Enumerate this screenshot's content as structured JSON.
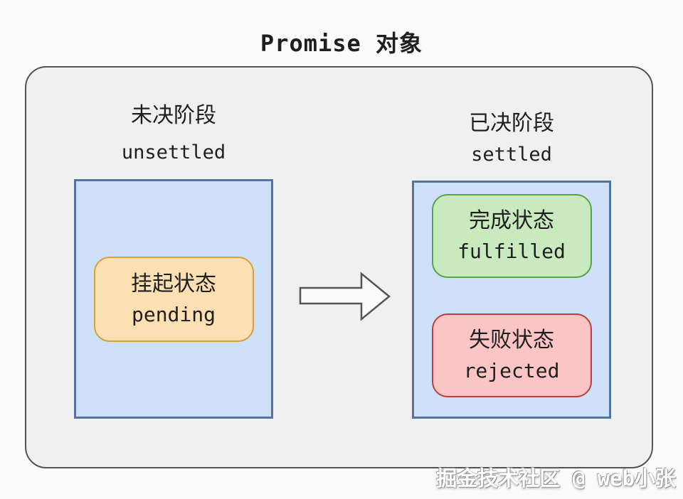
{
  "title": "Promise 对象",
  "stages": {
    "unsettled": {
      "label_zh": "未决阶段",
      "label_en": "unsettled",
      "states": {
        "pending": {
          "zh": "挂起状态",
          "en": "pending"
        }
      }
    },
    "settled": {
      "label_zh": "已决阶段",
      "label_en": "settled",
      "states": {
        "fulfilled": {
          "zh": "完成状态",
          "en": "fulfilled"
        },
        "rejected": {
          "zh": "失败状态",
          "en": "rejected"
        }
      }
    }
  },
  "watermark": "掘金技术社区 @ web小张",
  "colors": {
    "page_background": "#fbfbfb",
    "container_fill": "#f0f0f0",
    "container_border": "#545454",
    "stage_box_fill": "#cfe1f8",
    "stage_box_border": "#54749e",
    "pending_fill": "#fcdfb2",
    "pending_border": "#d6a03a",
    "fulfilled_fill": "#c8eabe",
    "fulfilled_border": "#56a44a",
    "rejected_fill": "#fbc5c5",
    "rejected_border": "#bc3d3d",
    "arrow_stroke": "#555555",
    "text": "#1f1f1f"
  }
}
